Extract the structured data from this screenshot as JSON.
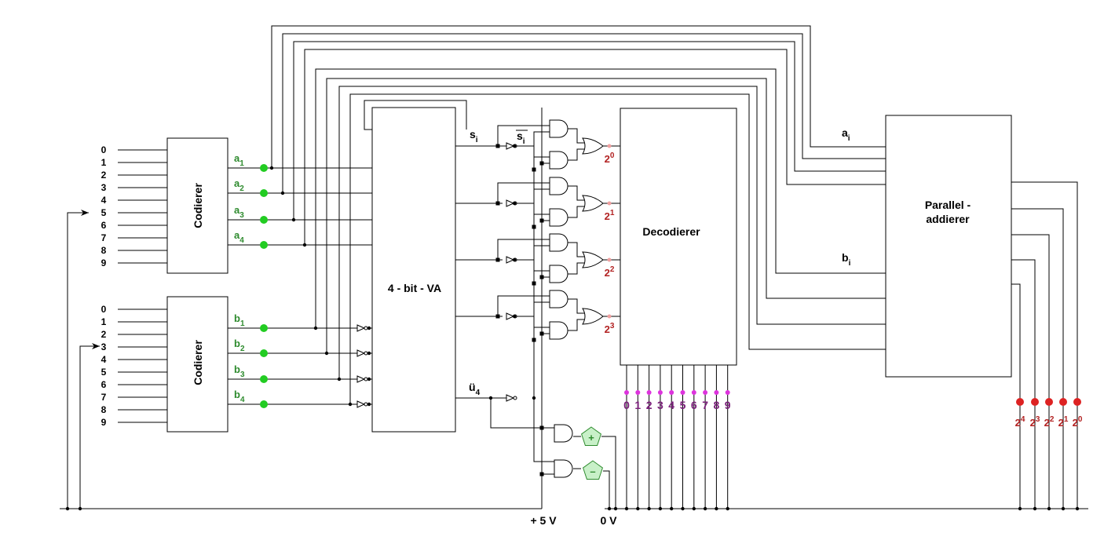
{
  "coder_a": {
    "title": "Codierer",
    "inputs": [
      "0",
      "1",
      "2",
      "3",
      "4",
      "5",
      "6",
      "7",
      "8",
      "9"
    ],
    "outputs": [
      "a",
      "a",
      "a",
      "a"
    ],
    "output_subs": [
      "1",
      "2",
      "3",
      "4"
    ]
  },
  "coder_b": {
    "title": "Codierer",
    "inputs": [
      "0",
      "1",
      "2",
      "3",
      "4",
      "5",
      "6",
      "7",
      "8",
      "9"
    ],
    "outputs": [
      "b",
      "b",
      "b",
      "b"
    ],
    "output_subs": [
      "1",
      "2",
      "3",
      "4"
    ]
  },
  "adder": {
    "title": "4 - bit - VA",
    "s_label": "s",
    "s_sub": "i",
    "sbar_label": "s",
    "sbar_sub": "i",
    "carry_label": "ü",
    "carry_sub": "4"
  },
  "decoder": {
    "title": "Decodierer",
    "outputs": [
      "0",
      "1",
      "2",
      "3",
      "4",
      "5",
      "6",
      "7",
      "8",
      "9"
    ],
    "bit_labels": [
      "2",
      "2",
      "2",
      "2"
    ],
    "bit_exps": [
      "0",
      "1",
      "2",
      "3"
    ]
  },
  "parallel": {
    "title_line1": "Parallel -",
    "title_line2": "addierer",
    "a_label": "a",
    "a_sub": "i",
    "b_label": "b",
    "b_sub": "i",
    "out_labels": [
      "2",
      "2",
      "2",
      "2",
      "2"
    ],
    "out_exps": [
      "4",
      "3",
      "2",
      "1",
      "0"
    ]
  },
  "sign": {
    "plus": "+",
    "minus": "–"
  },
  "rails": {
    "vcc": "+ 5 V",
    "gnd": "0 V"
  },
  "colors": {
    "led_green": "#22cc22",
    "led_red": "#dd2222",
    "led_magenta": "#dd33dd",
    "sign_fill": "#c8f0c8",
    "sign_stroke": "#2e8b2e",
    "pin_pink": "#f0a0a0"
  }
}
